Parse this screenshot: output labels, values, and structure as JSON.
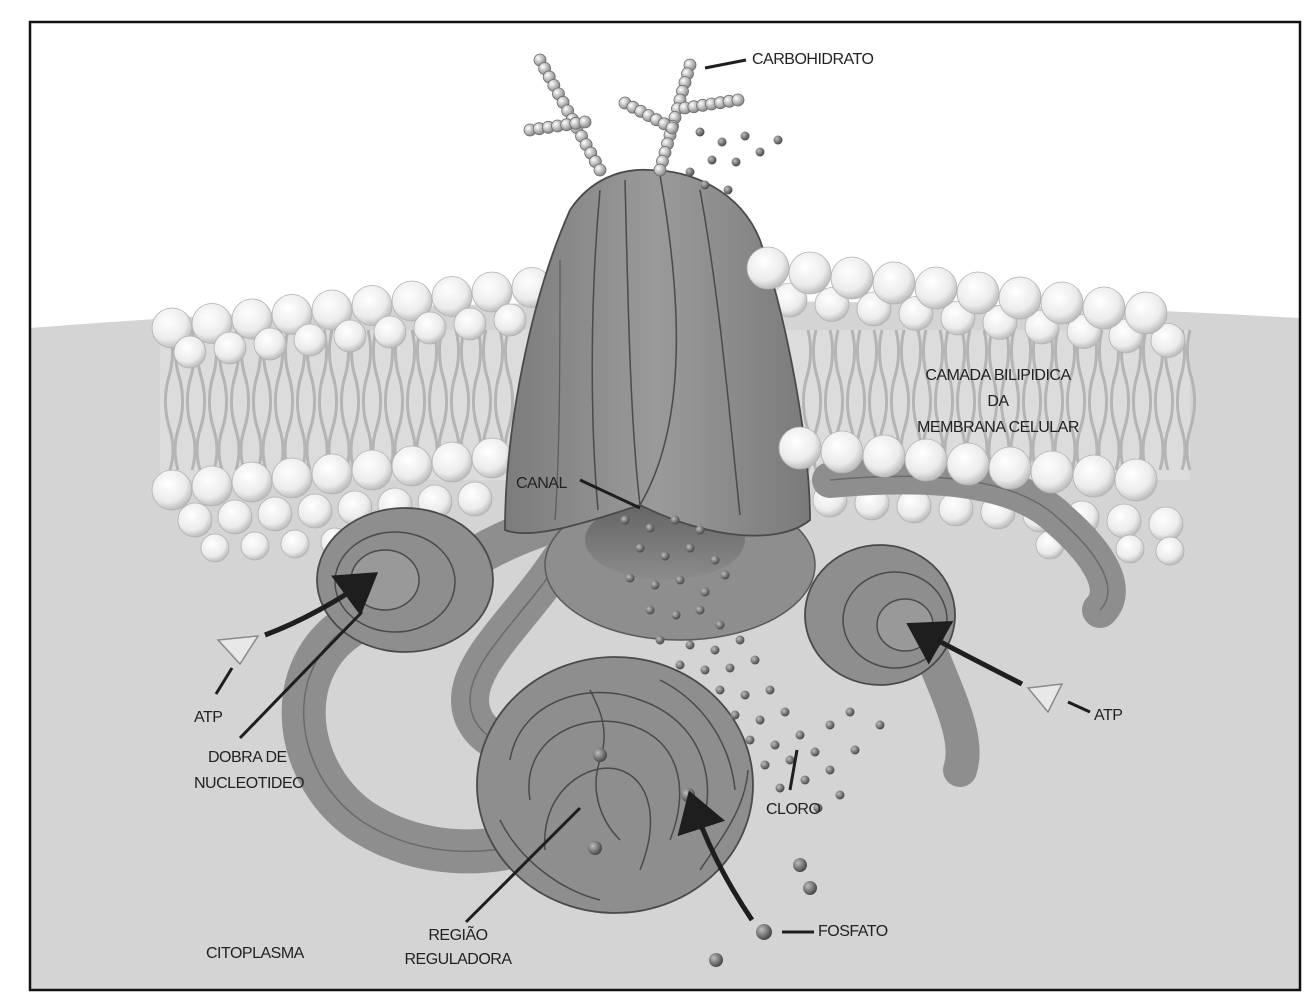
{
  "diagram": {
    "labels": {
      "carbohydrate": "CARBOHIDRATO",
      "bilayer_line1": "CAMADA BILIPIDICA",
      "bilayer_line2": "DA",
      "bilayer_line3": "MEMBRANA CELULAR",
      "channel": "CANAL",
      "atp_left": "ATP",
      "atp_right": "ATP",
      "nucleotide_fold_line1": "DOBRA DE",
      "nucleotide_fold_line2": "NUCLEOTIDEO",
      "chloride": "CLORO",
      "regulatory_line1": "REGIÃO",
      "regulatory_line2": "REGULADORA",
      "phosphate": "FOSFATO",
      "cytoplasm": "CITOPLASMA"
    },
    "colors": {
      "protein": "#8e8e8e",
      "protein_dark": "#5a5a5a",
      "cytoplasm": "#d4d4d4",
      "exterior": "#ffffff",
      "lipid_head": "#f2f2f2",
      "particle": "#5e5e5e",
      "arrow": "#1e1e1e",
      "frame": "#111111"
    }
  }
}
